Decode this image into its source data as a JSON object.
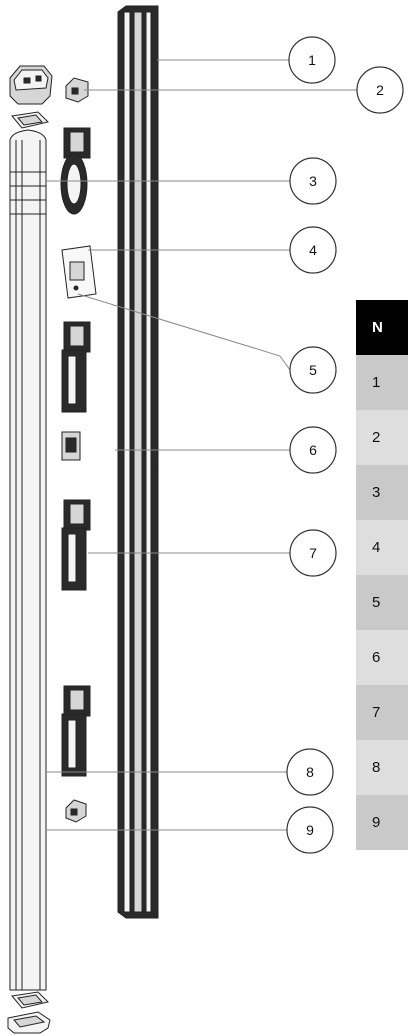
{
  "callouts": [
    "1",
    "2",
    "3",
    "4",
    "5",
    "6",
    "7",
    "8",
    "9"
  ],
  "legend": {
    "header": "N",
    "rows": [
      "1",
      "2",
      "3",
      "4",
      "5",
      "6",
      "7",
      "8",
      "9"
    ]
  },
  "colors": {
    "legend_header": "#000000",
    "legend_row_dark": "#c9c9c9",
    "legend_row_light": "#dedede"
  }
}
